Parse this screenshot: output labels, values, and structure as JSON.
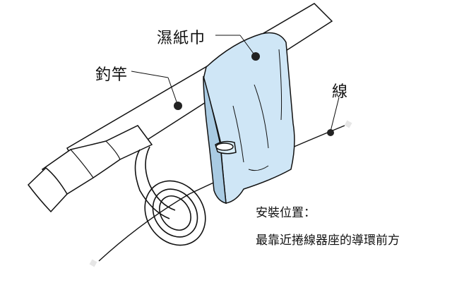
{
  "labels": {
    "towel": "濕紙巾",
    "rod": "釣竿",
    "line": "線"
  },
  "note": {
    "heading": "安裝位置：",
    "body": "最靠近捲線器座的導環前方"
  },
  "colors": {
    "outline": "#111111",
    "towel_fill": "#cfe6f6",
    "towel_shade": "#a9cbe3",
    "marker": "#222222",
    "background": "#ffffff"
  }
}
